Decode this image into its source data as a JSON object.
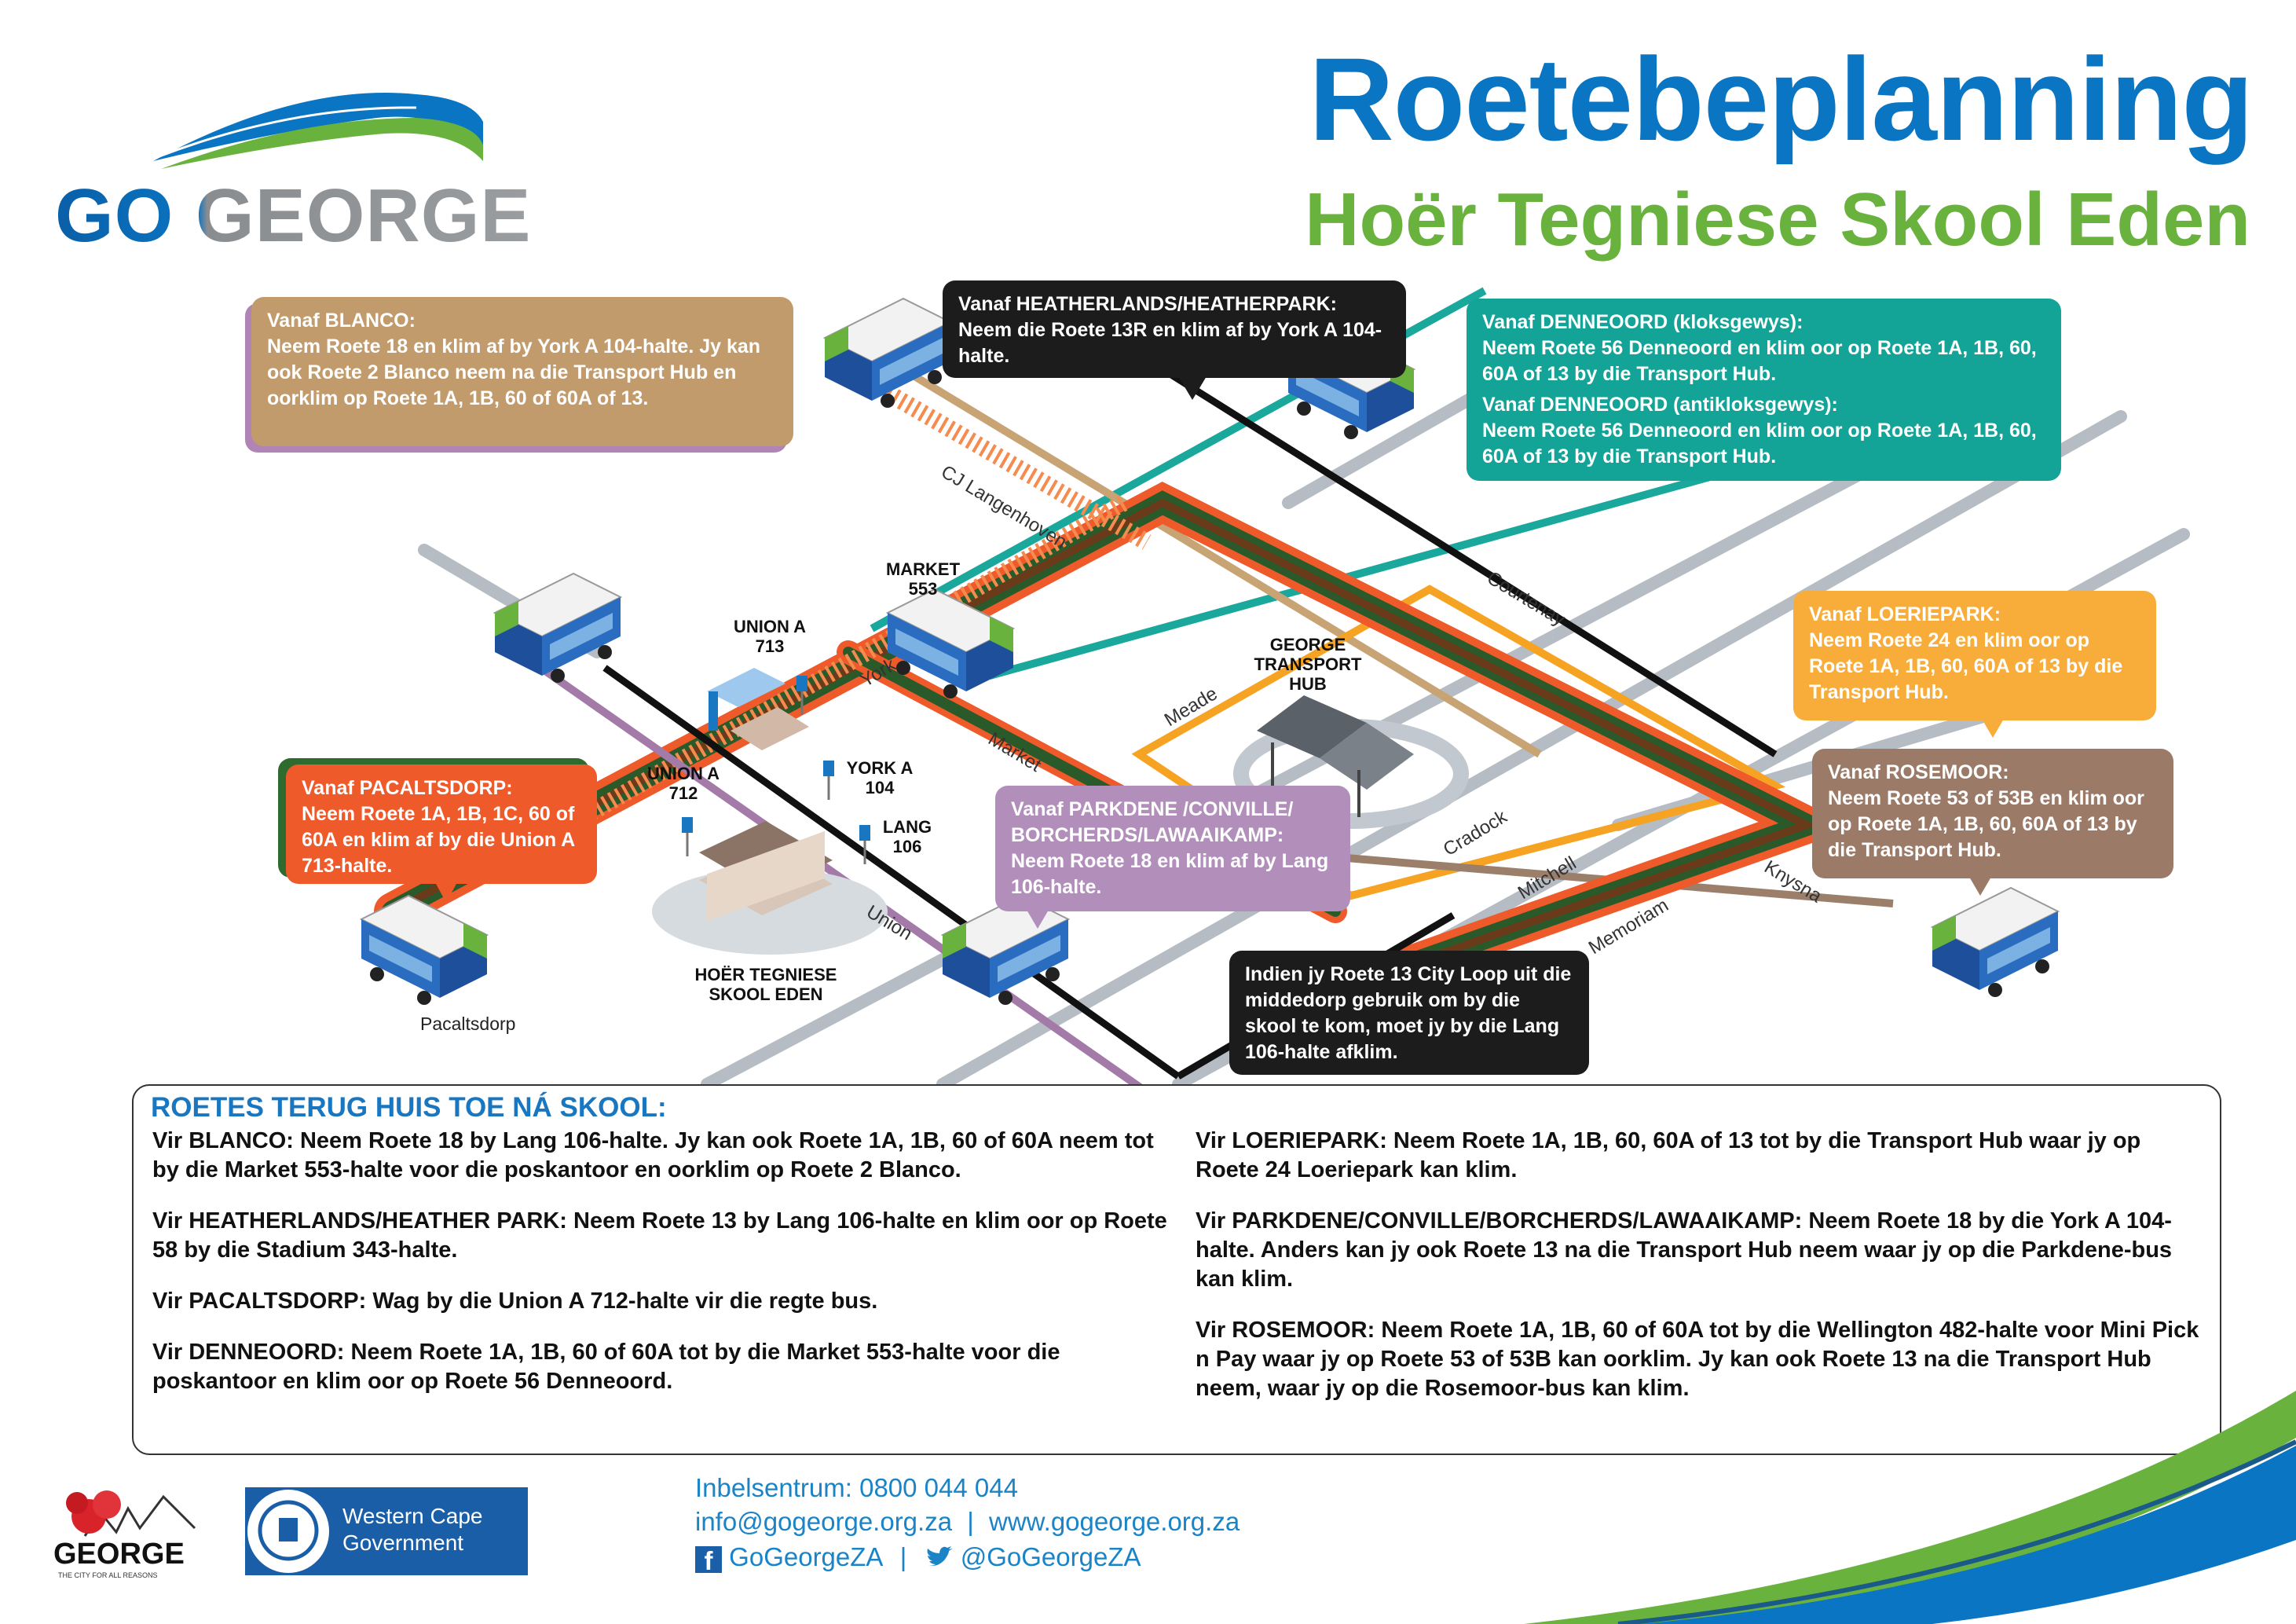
{
  "brand": {
    "name": "GO GEORGE",
    "colors": {
      "blue": "#0a75c2",
      "green": "#6ab23e",
      "orange": "#ef5a2b",
      "dark": "#1f1f1f"
    }
  },
  "header": {
    "title": "Roetebeplanning",
    "subtitle": "Hoër Tegniese Skool Eden"
  },
  "map": {
    "streets": [
      "CJ Langenhoven",
      "Courtenay",
      "Meade",
      "York",
      "Market",
      "Cradock",
      "Mitchell",
      "Memoriam",
      "Knysna",
      "Union"
    ],
    "stops": {
      "market": "MARKET\n553",
      "union_a_713": "UNION A\n713",
      "union_a_712": "UNION A\n712",
      "york_a": "YORK A\n104",
      "lang": "LANG\n106"
    },
    "hub": "GEORGE\nTRANSPORT\nHUB",
    "school": "HOËR TEGNIESE\nSKOOL EDEN",
    "place_pacaltsdorp": "Pacaltsdorp"
  },
  "callouts": {
    "blanco": {
      "head": "Vanaf BLANCO:",
      "body": "Neem Roete 18 en klim af by York A 104-halte. Jy kan ook Roete 2 Blanco neem na die Transport Hub en oorklim op Roete 1A, 1B, 60 of 60A of 13."
    },
    "heatherlands": {
      "head": "Vanaf HEATHERLANDS/HEATHERPARK:",
      "body": "Neem die Roete 13R en klim af by York A 104-halte."
    },
    "denneoord": {
      "head1": "Vanaf DENNEOORD (kloksgewys):",
      "body1": "Neem Roete 56 Denneoord en klim oor op Roete 1A, 1B, 60, 60A of 13 by die Transport Hub.",
      "head2": "Vanaf DENNEOORD (antikloksgewys):",
      "body2": "Neem Roete 56 Denneoord en klim oor op Roete 1A, 1B, 60, 60A of 13 by die Transport Hub."
    },
    "loeriepark": {
      "head": "Vanaf LOERIEPARK:",
      "body": "Neem Roete 24 en klim oor op Roete 1A, 1B, 60, 60A of 13 by die Transport Hub."
    },
    "rosemoor": {
      "head": "Vanaf ROSEMOOR:",
      "body": "Neem Roete 53 of 53B en klim oor op Roete 1A, 1B, 60, 60A of 13 by die Transport Hub."
    },
    "pacaltsdorp": {
      "head": "Vanaf PACALTSDORP:",
      "body": "Neem Roete 1A, 1B, 1C, 60 of 60A en klim af by die Union A 713-halte."
    },
    "parkdene": {
      "head": "Vanaf PARKDENE /CONVILLE/ BORCHERDS/LAWAAIKAMP:",
      "body": "Neem Roete 18 en klim af by Lang 106-halte."
    },
    "cityloop": {
      "body": "Indien jy Roete 13 City Loop uit die middedorp gebruik om by die skool te kom, moet jy by die Lang 106-halte afklim."
    }
  },
  "return_routes": {
    "heading": "ROETES TERUG HUIS TOE NÁ SKOOL:",
    "left": [
      {
        "label": "Vir BLANCO:",
        "text": " Neem Roete 18 by Lang 106-halte. Jy kan ook Roete 1A, 1B, 60 of 60A neem tot by die Market 553-halte voor die poskantoor en oorklim op Roete 2 Blanco."
      },
      {
        "label": "Vir HEATHERLANDS/HEATHER PARK:",
        "text": " Neem Roete 13 by Lang 106-halte en klim oor op Roete 58 by die Stadium 343-halte."
      },
      {
        "label": "Vir PACALTSDORP:",
        "text": " Wag by die Union A 712-halte vir die regte bus."
      },
      {
        "label": "Vir DENNEOORD:",
        "text": " Neem Roete 1A, 1B, 60 of 60A tot by die Market 553-halte voor die poskantoor en klim oor op Roete 56 Denneoord."
      }
    ],
    "right": [
      {
        "label": "Vir LOERIEPARK:",
        "text": "  Neem Roete 1A, 1B, 60, 60A of 13 tot by die Transport Hub waar jy op Roete 24 Loeriepark kan klim."
      },
      {
        "label": "Vir PARKDENE/CONVILLE/BORCHERDS/LAWAAIKAMP:",
        "text": " Neem Roete 18 by die York A 104-halte. Anders kan jy ook Roete 13 na die Transport Hub neem waar jy op die Parkdene-bus kan klim."
      },
      {
        "label": "Vir ROSEMOOR:",
        "text": " Neem Roete 1A, 1B, 60 of 60A tot by die Wellington 482-halte voor Mini Pick n Pay waar jy op Roete 53 of 53B kan oorklim. Jy kan ook Roete 13 na die Transport Hub neem, waar jy op die Rosemoor-bus kan klim."
      }
    ]
  },
  "footer": {
    "callcentre": "Inbelsentrum: 0800 044 044",
    "email": "info@gogeorge.org.za",
    "separator": "|",
    "website": "www.gogeorge.org.za",
    "facebook": "GoGeorgeZA",
    "twitter": "@GoGeorgeZA",
    "george_logo": "GEORGE",
    "george_tagline": "THE CITY FOR ALL REASONS",
    "wc_gov": "Western Cape\nGovernment"
  }
}
